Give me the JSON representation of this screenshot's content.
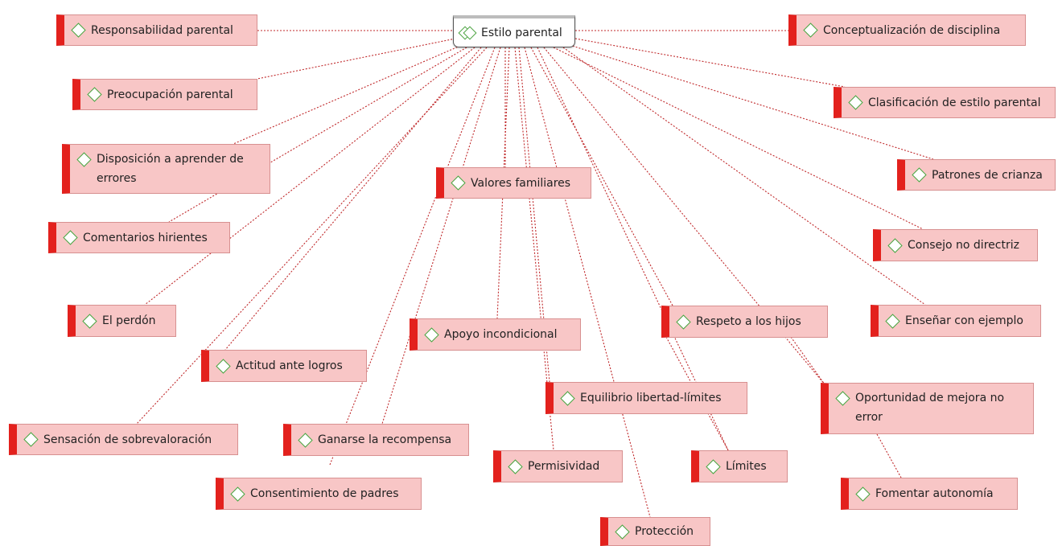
{
  "root": {
    "label": "Estilo parental",
    "icon": "double-diamond-icon"
  },
  "node_icon": "diamond-icon",
  "colors": {
    "node_fill": "#f8c6c6",
    "node_accent": "#e3211d",
    "icon": "#49a23e",
    "edge": "#c0292b"
  },
  "nodes": [
    {
      "id": "responsabilidad-parental",
      "label": "Responsabilidad parental"
    },
    {
      "id": "preocupacion-parental",
      "label": "Preocupación parental"
    },
    {
      "id": "disposicion-aprender",
      "label": "Disposición a aprender de errores"
    },
    {
      "id": "comentarios-hirientes",
      "label": "Comentarios hirientes"
    },
    {
      "id": "el-perdon",
      "label": "El perdón"
    },
    {
      "id": "actitud-ante-logros",
      "label": "Actitud ante logros"
    },
    {
      "id": "sensacion-sobrevaloracion",
      "label": "Sensación de sobrevaloración"
    },
    {
      "id": "ganarse-recompensa",
      "label": "Ganarse la recompensa"
    },
    {
      "id": "consentimiento-padres",
      "label": "Consentimiento de padres"
    },
    {
      "id": "valores-familiares",
      "label": "Valores familiares"
    },
    {
      "id": "apoyo-incondicional",
      "label": "Apoyo incondicional"
    },
    {
      "id": "equilibrio-libertad-limites",
      "label": "Equilibrio libertad-límites"
    },
    {
      "id": "permisividad",
      "label": "Permisividad"
    },
    {
      "id": "proteccion",
      "label": "Protección"
    },
    {
      "id": "respeto-hijos",
      "label": "Respeto a los hijos"
    },
    {
      "id": "limites",
      "label": "Límites"
    },
    {
      "id": "oportunidad-mejora",
      "label": "Oportunidad de mejora no error"
    },
    {
      "id": "fomentar-autonomia",
      "label": "Fomentar autonomía"
    },
    {
      "id": "conceptualizacion-disciplina",
      "label": "Conceptualización de disciplina"
    },
    {
      "id": "clasificacion-estilo",
      "label": "Clasificación de estilo parental"
    },
    {
      "id": "patrones-crianza",
      "label": "Patrones de crianza"
    },
    {
      "id": "consejo-no-directriz",
      "label": "Consejo no directriz"
    },
    {
      "id": "ensenar-ejemplo",
      "label": "Enseñar con ejemplo"
    }
  ]
}
